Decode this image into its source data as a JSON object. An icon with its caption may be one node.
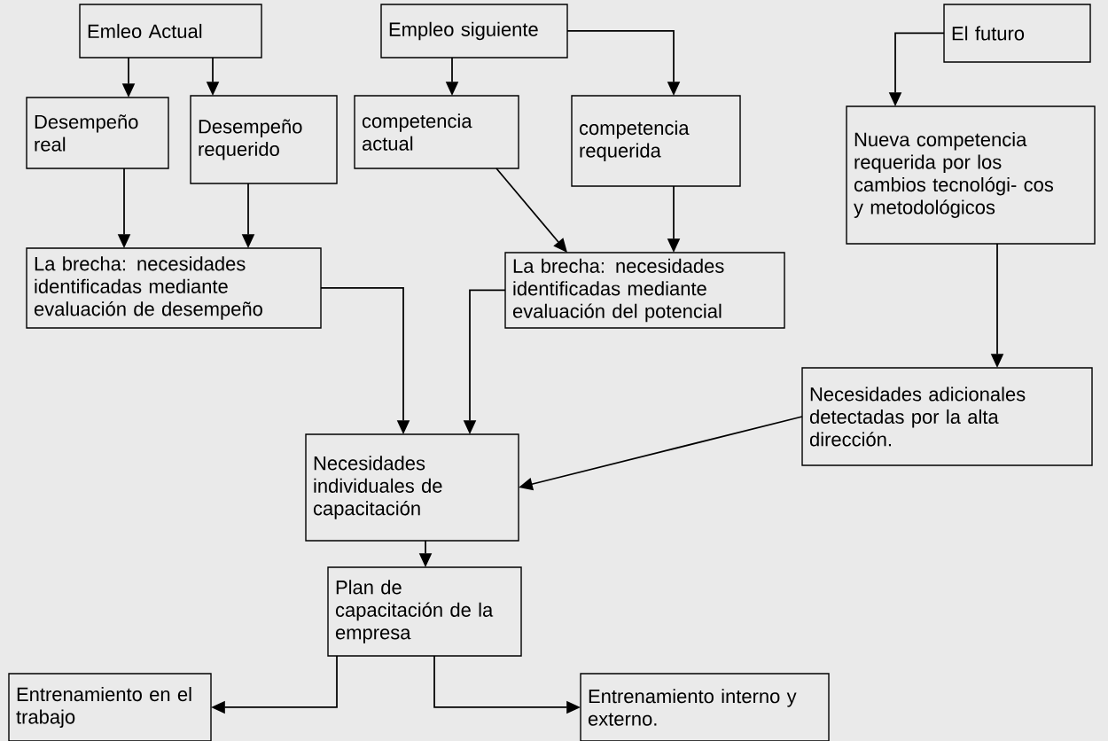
{
  "diagram": {
    "nodes": [
      {
        "text": [
          "Emleo Actual"
        ]
      },
      {
        "text": [
          "Empleo siguiente"
        ]
      },
      {
        "text": [
          "El futuro"
        ]
      },
      {
        "text": [
          "Desempeño real"
        ]
      },
      {
        "text": [
          "Desempeño requerido"
        ]
      },
      {
        "text": [
          "competencia actual"
        ]
      },
      {
        "text": [
          "competencia requerida"
        ]
      },
      {
        "text": [
          "Nueva competencia requerida por los cambios tecnológi- cos y metodológicos"
        ]
      },
      {
        "text": [
          "La brecha: necesidades identificadas mediante evaluación de desempeño"
        ]
      },
      {
        "text": [
          "La brecha: necesidades identificadas mediante evaluación del potencial"
        ]
      },
      {
        "text": [
          "Necesidades adicionales detectadas por la alta dirección."
        ]
      },
      {
        "text": [
          "Necesidades individuales de capacitación"
        ]
      },
      {
        "text": [
          "Plan de capacitación de la empresa"
        ]
      },
      {
        "text": [
          "Entrenamiento en el trabajo"
        ]
      },
      {
        "text": [
          "Entrenamiento interno y externo."
        ]
      }
    ],
    "edges": [
      {
        "from": 0,
        "to": 3,
        "arrow": "to"
      },
      {
        "from": 0,
        "to": 4,
        "arrow": "to"
      },
      {
        "from": 1,
        "to": 5,
        "arrow": "to"
      },
      {
        "from": 1,
        "to": 6,
        "arrow": "to"
      },
      {
        "from": 2,
        "to": 7,
        "arrow": "to"
      },
      {
        "from": 3,
        "to": 8,
        "arrow": "to"
      },
      {
        "from": 4,
        "to": 8,
        "arrow": "to"
      },
      {
        "from": 5,
        "to": 9,
        "arrow": "to"
      },
      {
        "from": 6,
        "to": 9,
        "arrow": "to"
      },
      {
        "from": 7,
        "to": 10,
        "arrow": "to"
      },
      {
        "from": 8,
        "to": 11,
        "arrow": "to"
      },
      {
        "from": 9,
        "to": 11,
        "arrow": "to"
      },
      {
        "from": 10,
        "to": 11,
        "arrow": "to"
      },
      {
        "from": 11,
        "to": 12,
        "arrow": "to"
      },
      {
        "from": 12,
        "to": 13,
        "arrow": "to"
      },
      {
        "from": 12,
        "to": 14,
        "arrow": "to"
      }
    ]
  }
}
